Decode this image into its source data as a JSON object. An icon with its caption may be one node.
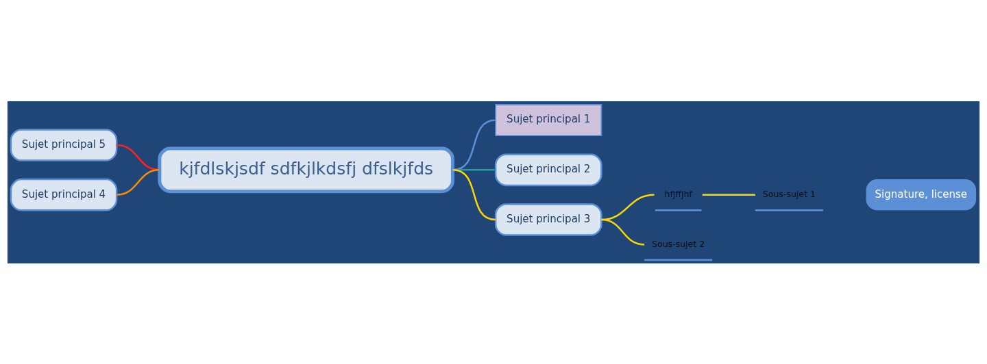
{
  "diagram": {
    "nodes": [
      {
        "text": [
          "kjfdlskjsdf sdfkjlkdsfj dfslkjfds"
        ]
      },
      {
        "text": [
          "Sujet principal 1"
        ]
      },
      {
        "text": [
          "Sujet principal 2"
        ]
      },
      {
        "text": [
          "Sujet principal 3"
        ]
      },
      {
        "text": [
          "hfjffjhf"
        ]
      },
      {
        "text": [
          "Sous-sujet 1"
        ]
      },
      {
        "text": [
          "Sous-sujet 2"
        ]
      },
      {
        "text": [
          "Sujet principal 4"
        ]
      },
      {
        "text": [
          "Sujet principal 5"
        ]
      }
    ],
    "edges": [
      {
        "from": 0,
        "to": 1,
        "arrow": "none",
        "color": "#5b8fd6"
      },
      {
        "from": 0,
        "to": 2,
        "arrow": "none",
        "color": "#1aa39a"
      },
      {
        "from": 0,
        "to": 3,
        "arrow": "none"
      },
      {
        "from": 3,
        "to": 4,
        "arrow": "none"
      },
      {
        "from": 4,
        "to": 5,
        "arrow": "none"
      },
      {
        "from": 3,
        "to": 6,
        "arrow": "none"
      },
      {
        "from": 0,
        "to": 7,
        "arrow": "none",
        "color": "#ff8c00"
      },
      {
        "from": 0,
        "to": 8,
        "arrow": "none",
        "color": "#ff2020"
      }
    ],
    "labels": [
      "Signature, license"
    ]
  }
}
